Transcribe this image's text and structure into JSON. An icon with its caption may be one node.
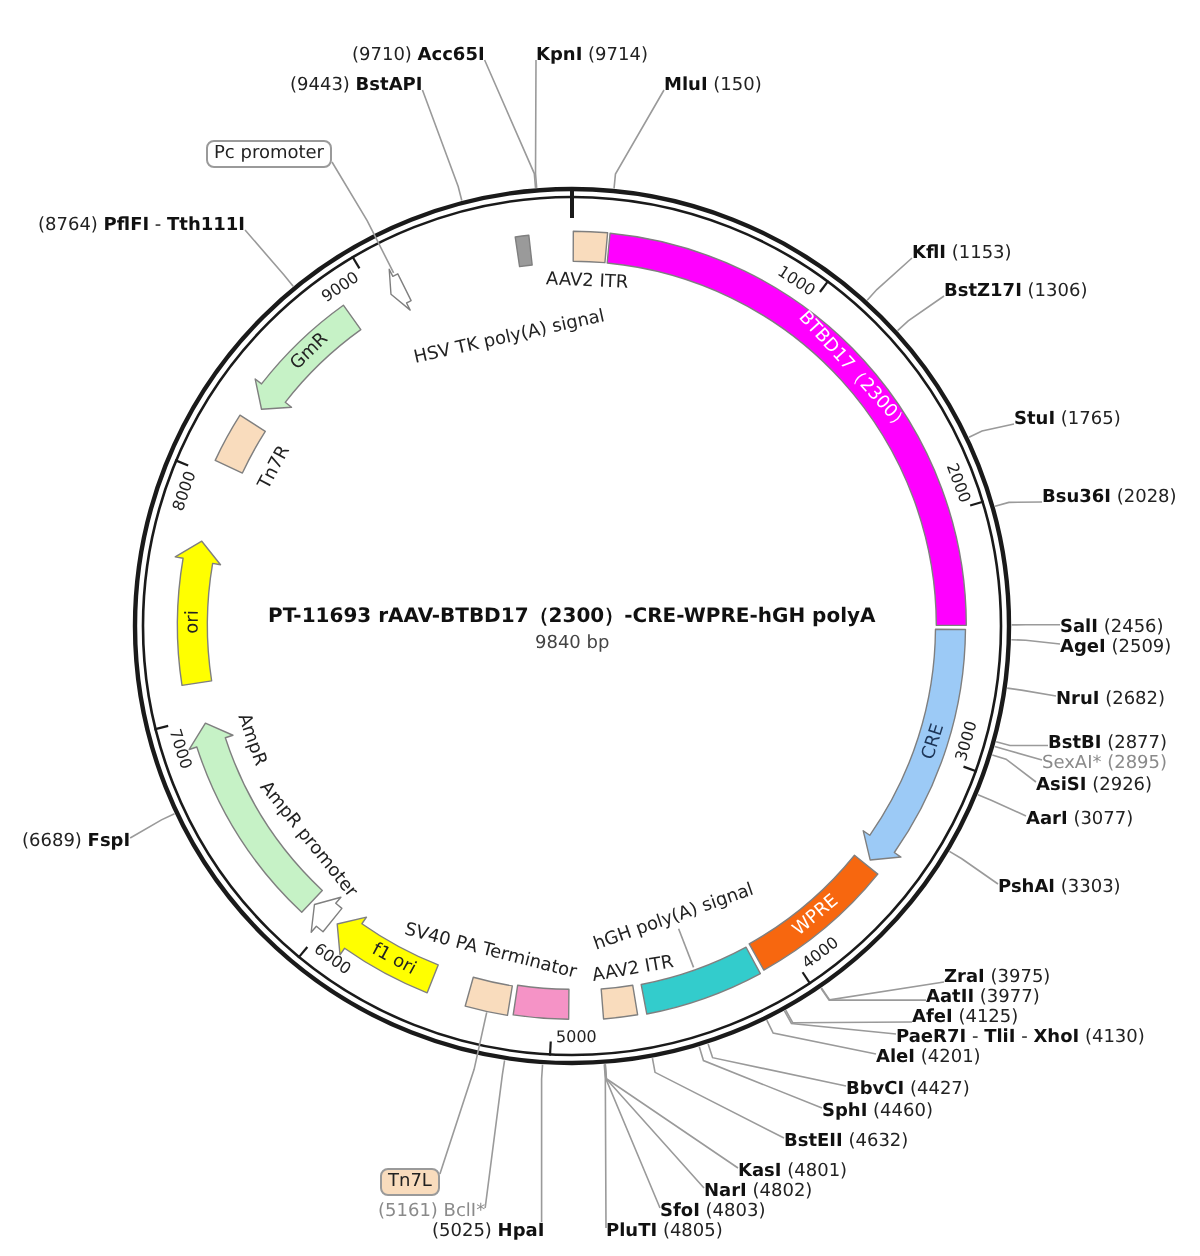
{
  "diagram": {
    "title": "PT-11693 rAAV-BTBD17（2300）-CRE-WPRE-hGH polyA",
    "nodes": [
      {
        "text": [
          "AAV2 ITR"
        ]
      },
      {
        "text": [
          "BTBD17（2300）"
        ]
      },
      {
        "text": [
          "CRE"
        ]
      },
      {
        "text": [
          "WPRE"
        ]
      },
      {
        "text": [],
        "shape": "bar"
      },
      {
        "text": [
          "hGH poly(A) signal"
        ]
      },
      {
        "text": [
          "AAV2 ITR"
        ]
      },
      {
        "text": [
          "SV40 PA Terminator"
        ]
      },
      {
        "text": [],
        "shape": "box"
      },
      {
        "text": [
          "Tn7L"
        ]
      },
      {
        "text": [
          "f1 ori"
        ]
      },
      {
        "text": [
          "AmpR promoter"
        ]
      },
      {
        "text": [
          "AmpR"
        ]
      },
      {
        "text": [
          "ori"
        ]
      },
      {
        "text": [
          "Tn7R"
        ]
      },
      {
        "text": [
          "GmR"
        ]
      },
      {
        "text": [],
        "shape": "arrow"
      },
      {
        "text": [
          "Pc promoter"
        ]
      },
      {
        "text": [
          "HSV TK poly(A) signal"
        ]
      },
      {
        "text": [
          "**MluI** (150)"
        ]
      },
      {
        "text": [
          "**KflI** (1153)"
        ]
      },
      {
        "text": [
          "**BstZ17I** (1306)"
        ]
      },
      {
        "text": [
          "**StuI** (1765)"
        ]
      },
      {
        "text": [
          "**Bsu36I** (2028)"
        ]
      },
      {
        "text": [
          "**SalI** (2456)"
        ]
      },
      {
        "text": [
          "**AgeI** (2509)"
        ]
      },
      {
        "text": [
          "**NruI** (2682)"
        ]
      },
      {
        "text": [
          "**BstBI** (2877)"
        ]
      },
      {
        "text": [
          "SexAI* (2895)"
        ]
      },
      {
        "text": [
          "**AsiSI** (2926)"
        ]
      },
      {
        "text": [
          "**AarI** (3077)"
        ]
      },
      {
        "text": [
          "**PshAI** (3303)"
        ]
      },
      {
        "text": [
          "**ZraI** (3975)"
        ]
      },
      {
        "text": [
          "**AatII** (3977)"
        ]
      },
      {
        "text": [
          "**AfeI** (4125)"
        ]
      },
      {
        "text": [
          "**PaeR7I** - **TliI** - **XhoI** (4130)"
        ]
      },
      {
        "text": [
          "**AleI** (4201)"
        ]
      },
      {
        "text": [
          "**BbvCI** (4427)"
        ]
      },
      {
        "text": [
          "**SphI** (4460)"
        ]
      },
      {
        "text": [
          "**BstEII** (4632)"
        ]
      },
      {
        "text": [
          "**KasI** (4801)"
        ]
      },
      {
        "text": [
          "**NarI** (4802)"
        ]
      },
      {
        "text": [
          "**SfoI** (4803)"
        ]
      },
      {
        "text": [
          "**PluTI** (4805)"
        ]
      },
      {
        "text": [
          "(5025) **HpaI**"
        ]
      },
      {
        "text": [
          "(5161) BclI*"
        ]
      },
      {
        "text": [
          "(6689) **FspI**"
        ]
      },
      {
        "text": [
          "(8764) **PflFI** - **Tth111I**"
        ]
      },
      {
        "text": [
          "(9443) **BstAPI**"
        ]
      },
      {
        "text": [
          "(9710) **Acc65I**"
        ]
      },
      {
        "text": [
          "**KpnI** (9714)"
        ]
      }
    ],
    "edges": [
      {
        "from": 5,
        "to": 4,
        "arrow": "none"
      },
      {
        "from": 9,
        "to": 8,
        "arrow": "none"
      },
      {
        "from": 17,
        "to": 16,
        "arrow": "none"
      },
      {
        "from": 19,
        "to": null,
        "arrow": "none"
      },
      {
        "from": 20,
        "to": null,
        "arrow": "none"
      },
      {
        "from": 21,
        "to": null,
        "arrow": "none"
      },
      {
        "from": 22,
        "to": null,
        "arrow": "none"
      },
      {
        "from": 23,
        "to": null,
        "arrow": "none"
      },
      {
        "from": 24,
        "to": null,
        "arrow": "none"
      },
      {
        "from": 25,
        "to": null,
        "arrow": "none"
      },
      {
        "from": 26,
        "to": null,
        "arrow": "none"
      },
      {
        "from": 27,
        "to": null,
        "arrow": "none"
      },
      {
        "from": 28,
        "to": null,
        "arrow": "none"
      },
      {
        "from": 29,
        "to": null,
        "arrow": "none"
      },
      {
        "from": 30,
        "to": null,
        "arrow": "none"
      },
      {
        "from": 31,
        "to": null,
        "arrow": "none"
      },
      {
        "from": 32,
        "to": null,
        "arrow": "none"
      },
      {
        "from": 33,
        "to": null,
        "arrow": "none"
      },
      {
        "from": 34,
        "to": null,
        "arrow": "none"
      },
      {
        "from": 35,
        "to": null,
        "arrow": "none"
      },
      {
        "from": 36,
        "to": null,
        "arrow": "none"
      },
      {
        "from": 37,
        "to": null,
        "arrow": "none"
      },
      {
        "from": 38,
        "to": null,
        "arrow": "none"
      },
      {
        "from": 39,
        "to": null,
        "arrow": "none"
      },
      {
        "from": 40,
        "to": null,
        "arrow": "none"
      },
      {
        "from": 41,
        "to": null,
        "arrow": "none"
      },
      {
        "from": 42,
        "to": null,
        "arrow": "none"
      },
      {
        "from": 43,
        "to": null,
        "arrow": "none"
      },
      {
        "from": 44,
        "to": null,
        "arrow": "none"
      },
      {
        "from": 45,
        "to": null,
        "arrow": "none"
      },
      {
        "from": 46,
        "to": null,
        "arrow": "none"
      },
      {
        "from": 47,
        "to": null,
        "arrow": "none"
      },
      {
        "from": 48,
        "to": null,
        "arrow": "none"
      },
      {
        "from": 49,
        "to": null,
        "arrow": "none"
      },
      {
        "from": 50,
        "to": null,
        "arrow": "none"
      }
    ],
    "labels": [
      "9840 bp",
      "1000",
      "2000",
      "3000",
      "4000",
      "5000",
      "6000",
      "7000",
      "8000",
      "9000"
    ]
  }
}
